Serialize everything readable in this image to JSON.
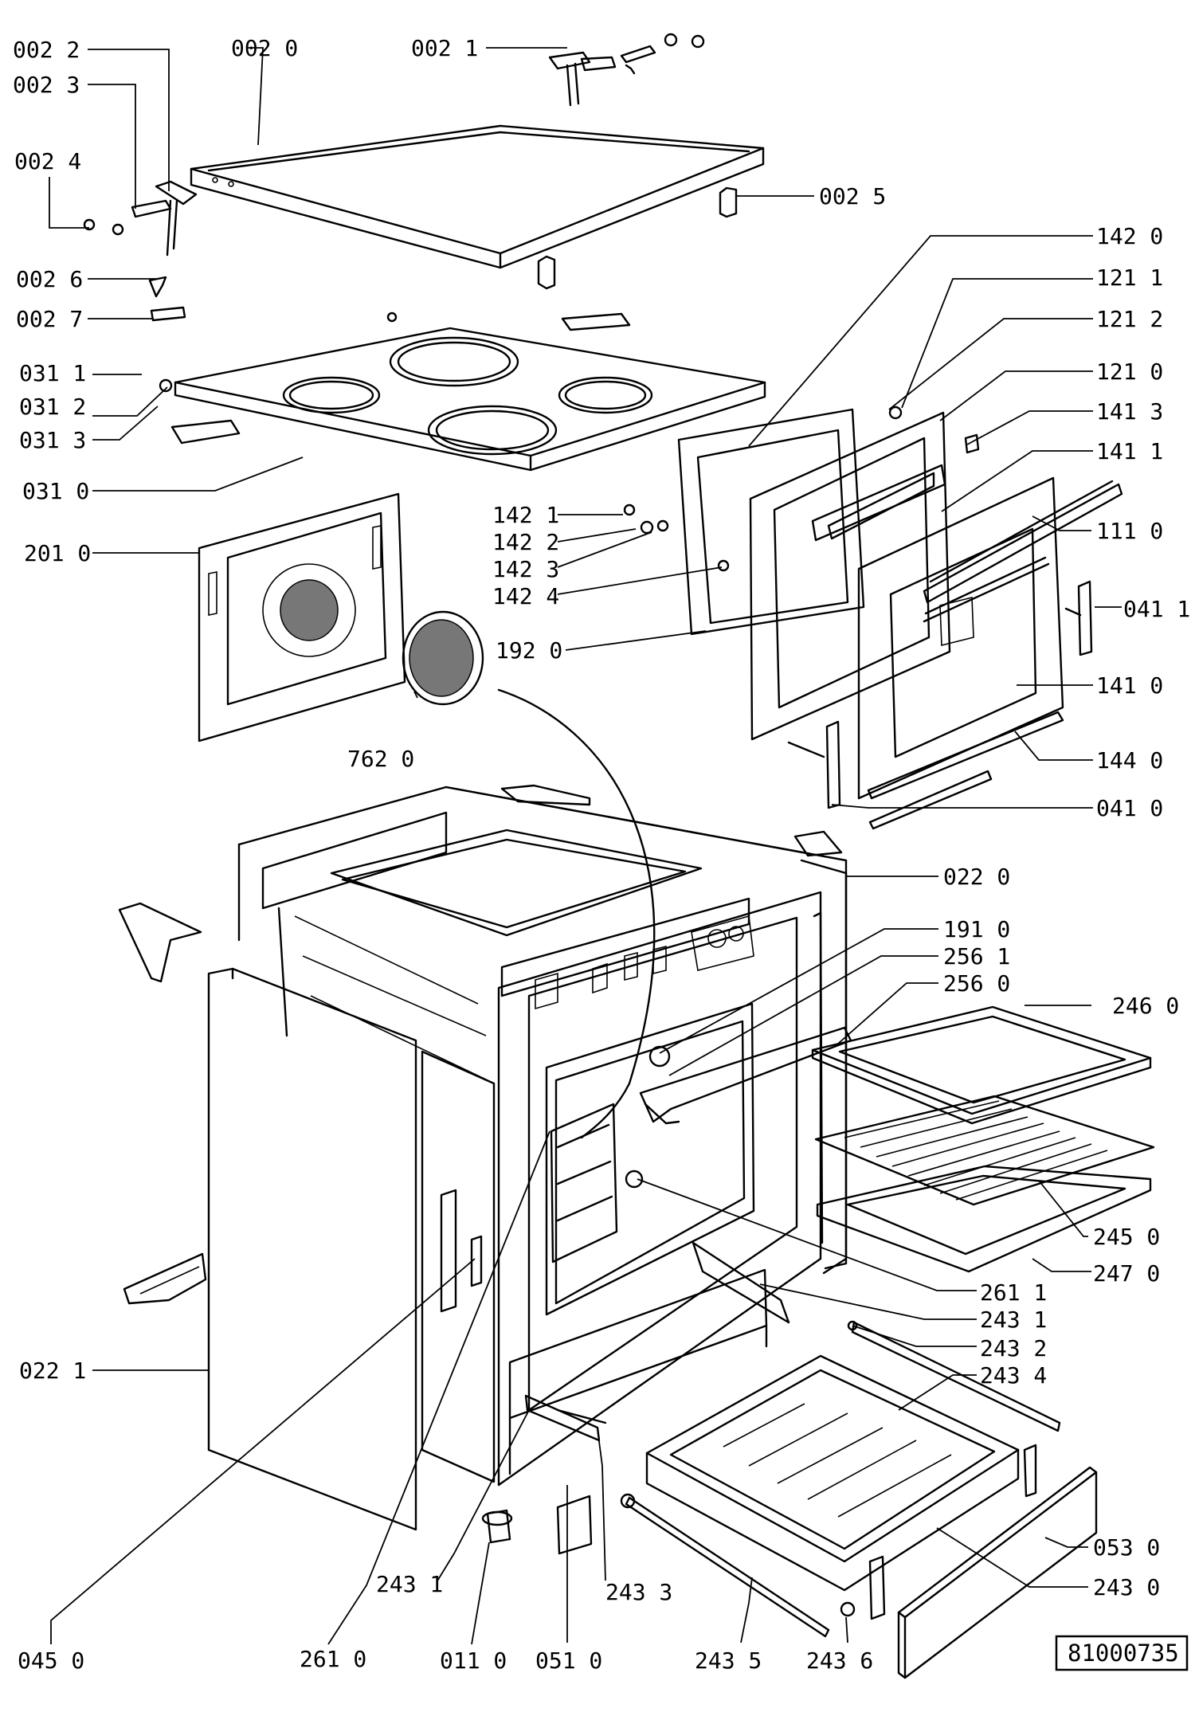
{
  "drawing": {
    "document_number": "81000735",
    "labels": {
      "l0022": "002 2",
      "l0020": "002 0",
      "l0021": "002 1",
      "l0023": "002 3",
      "l0024": "002 4",
      "l0025": "002 5",
      "l0026": "002 6",
      "l0027": "002 7",
      "l0311": "031 1",
      "l0312": "031 2",
      "l0313": "031 3",
      "l0310": "031 0",
      "l2010": "201 0",
      "l7620": "762 0",
      "l1420": "142 0",
      "l1211": "121 1",
      "l1212": "121 2",
      "l1210": "121 0",
      "l1413": "141 3",
      "l1411": "141 1",
      "l1110": "111 0",
      "l0411": "041 1",
      "l1410": "141 0",
      "l1440": "144 0",
      "l0410": "041 0",
      "l1421": "142 1",
      "l1422": "142 2",
      "l1423": "142 3",
      "l1424": "142 4",
      "l1920": "192 0",
      "l0220": "022 0",
      "l1910": "191 0",
      "l2561": "256 1",
      "l2560": "256 0",
      "l2460": "246 0",
      "l2450": "245 0",
      "l2470": "247 0",
      "l2611": "261 1",
      "l2431a": "243 1",
      "l2432": "243 2",
      "l2434": "243 4",
      "l0530": "053 0",
      "l2430": "243 0",
      "l0221": "022 1",
      "l2431b": "243 1",
      "l2433": "243 3",
      "l0450": "045 0",
      "l2610": "261 0",
      "l0110": "011 0",
      "l0510": "051 0",
      "l2435": "243 5",
      "l2436": "243 6"
    }
  }
}
